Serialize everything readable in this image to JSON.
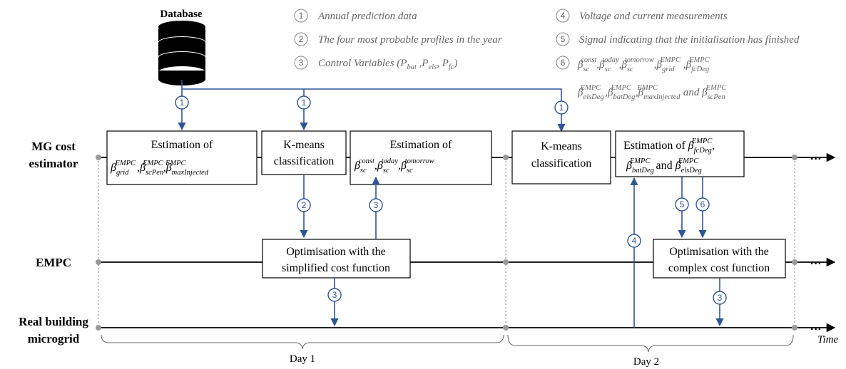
{
  "database_label": "Database",
  "row_labels": {
    "mg_line1": "MG cost",
    "mg_line2": "estimator",
    "empc": "EMPC",
    "rb_line1": "Real building",
    "rb_line2": "microgrid"
  },
  "legend": [
    {
      "num": "1",
      "text": "Annual prediction data"
    },
    {
      "num": "2",
      "text": "The four most probable profiles in the year"
    },
    {
      "num": "3",
      "text": "Control Variables (P",
      "parts": [
        "bat",
        " ,P",
        "els",
        ", P",
        "fc",
        ")"
      ]
    },
    {
      "num": "4",
      "text": "Voltage and current measurements"
    },
    {
      "num": "5",
      "text": "Signal indicating that the initialisation has finished"
    },
    {
      "num": "6",
      "text": "β_sc^const, β_sc^today, β_sc^tomorrow, β_grid^EMPC, β_fcDeg^EMPC, β_elsDeg^EMPC, β_batDeg^EMPC, β_maxInjected^EMPC and β_scPen^EMPC"
    }
  ],
  "legend6_and": "and",
  "boxes": {
    "est1_title": "Estimation of",
    "kmeans1_l1": "K-means",
    "kmeans1_l2": "classification",
    "est2_title": "Estimation of",
    "kmeans2_l1": "K-means",
    "kmeans2_l2": "classification",
    "est3_prefix": "Estimation of",
    "est3_and": "and",
    "opt1_l1": "Optimisation with the",
    "opt1_l2": "simplified cost function",
    "opt2_l1": "Optimisation with the",
    "opt2_l2": "complex cost function"
  },
  "symbols": {
    "beta": "β",
    "grid": "grid",
    "scPen": "scPen",
    "maxInjected": "maxInjected",
    "EMPC": "EMPC",
    "sc": "sc",
    "const": "const",
    "today": "today",
    "tomorrow": "tomorrow",
    "fcDeg": "fcDeg",
    "batDeg": "batDeg",
    "elsDeg": "elsDeg"
  },
  "arrow_numbers": {
    "db1": "1",
    "db2": "1",
    "db3": "1",
    "a2": "2",
    "a3_up": "3",
    "a3_down1": "3",
    "a4": "4",
    "a5": "5",
    "a6": "6",
    "a3_down2": "3"
  },
  "days": [
    "Day 1",
    "Day 2"
  ],
  "time_label": "Time",
  "continuation": "···",
  "colors": {
    "arrow": "#2f5597",
    "legend_text": "#666666",
    "timeline": "#000000"
  }
}
